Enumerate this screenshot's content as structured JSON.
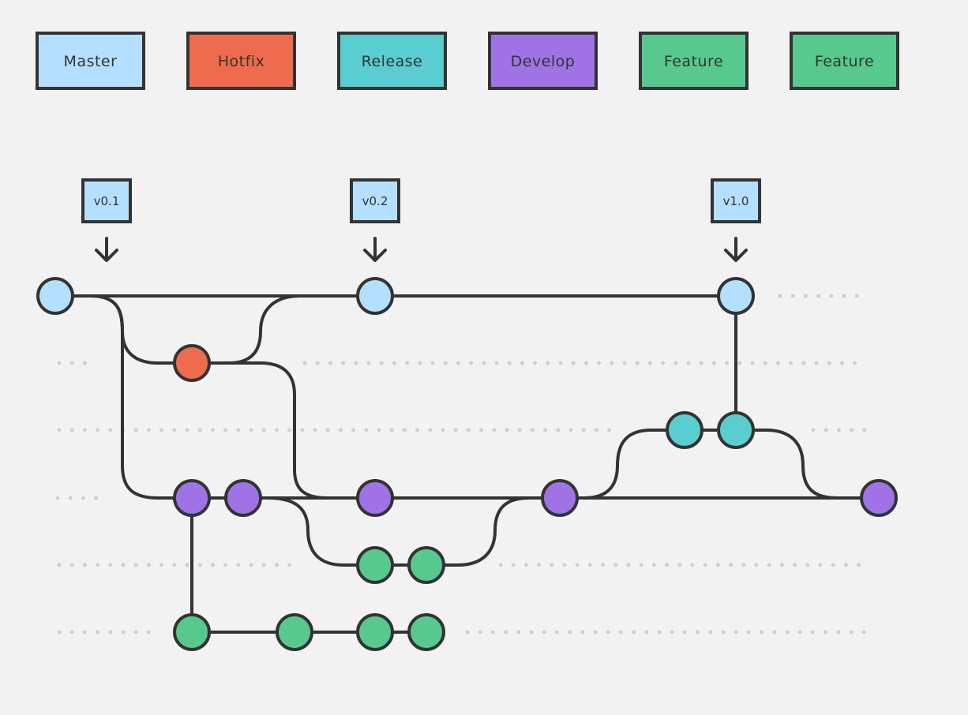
{
  "colors": {
    "master": "#b5dffe",
    "hotfix": "#ee6c4d",
    "release": "#5acdd0",
    "develop": "#9f73e5",
    "feature": "#57c98d",
    "line": "#333333",
    "background": "#f3f2f2",
    "dotted": "#cfcfcf"
  },
  "legend": [
    {
      "label": "Master",
      "color_key": "master"
    },
    {
      "label": "Hotfix",
      "color_key": "hotfix"
    },
    {
      "label": "Release",
      "color_key": "release"
    },
    {
      "label": "Develop",
      "color_key": "develop"
    },
    {
      "label": "Feature",
      "color_key": "feature"
    },
    {
      "label": "Feature",
      "color_key": "feature"
    }
  ],
  "tags": [
    {
      "label": "v0.1",
      "icon": "arrow-down-icon"
    },
    {
      "label": "v0.2",
      "icon": "arrow-down-icon"
    },
    {
      "label": "v1.0",
      "icon": "arrow-down-icon"
    }
  ]
}
